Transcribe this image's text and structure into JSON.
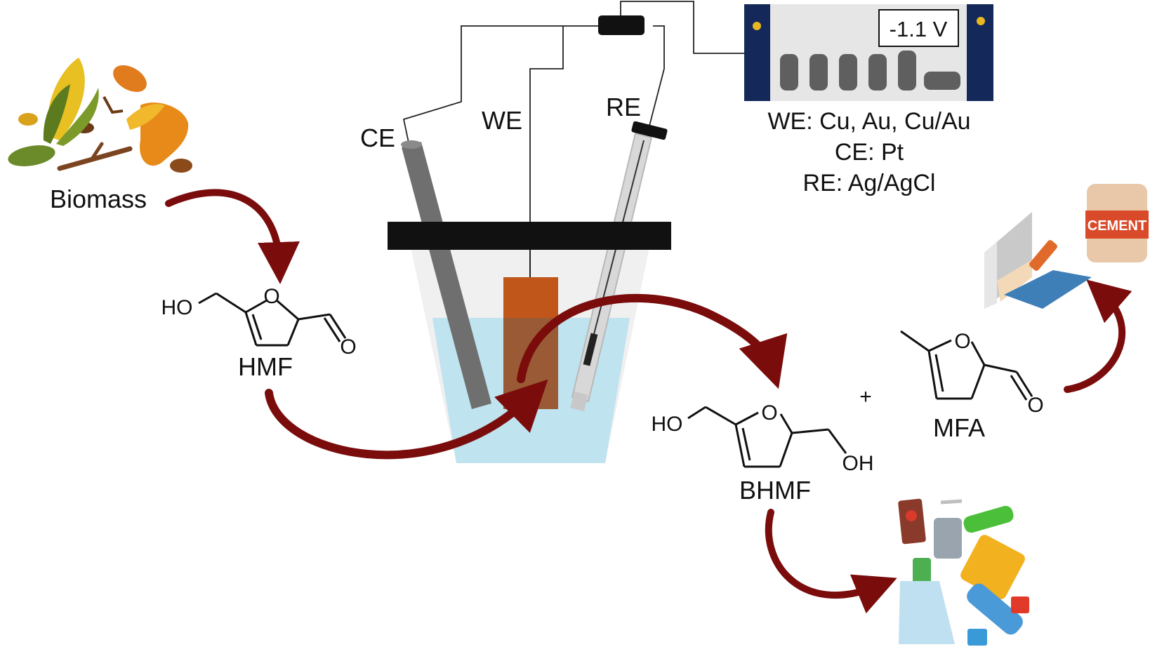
{
  "labels": {
    "biomass": "Biomass",
    "hmf": "HMF",
    "bhmf": "BHMF",
    "mfa": "MFA",
    "plus": "+",
    "ce": "CE",
    "we": "WE",
    "re": "RE",
    "cement": "CEMENT"
  },
  "potentiostat": {
    "display": "-1.1 V"
  },
  "electrodes_legend": [
    "WE: Cu, Au, Cu/Au",
    "CE: Pt",
    "RE: Ag/AgCl"
  ],
  "chem_groups": {
    "ring_oxygen": "O",
    "hydroxyl_left": "HO",
    "hydroxyl_right": "OH",
    "carbonyl_oxygen": "O"
  },
  "colors": {
    "arrow": "#7a0c0c",
    "electrolyte": "#bfe3ef",
    "working_electrode": "#c0561a",
    "potentiostat_frame": "#14285a",
    "cap": "#111111"
  }
}
